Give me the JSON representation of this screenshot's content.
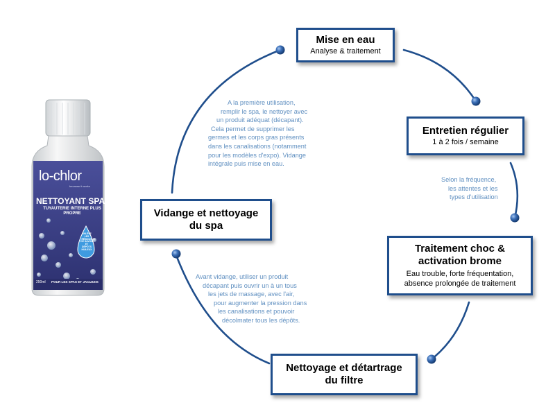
{
  "product": {
    "brand": "lo-chlor",
    "tagline": "because it works",
    "name": "NETTOYANT SPA",
    "subtitle_lines": [
      "TUYAUTERIE INTERNE PLUS",
      "PROPRE"
    ],
    "drop_text_lines": [
      "ENLÈVE",
      "LES RÉSIDUS",
      "DE SAVON ET",
      "DÉPÔTS",
      "HUILEUX"
    ],
    "volume": "250ml",
    "footer": "POUR LES SPAS ET JACUZZIS"
  },
  "steps": {
    "mise_en_eau": {
      "title": "Mise en eau",
      "detail": "Analyse & traitement"
    },
    "entretien": {
      "title": "Entretien régulier",
      "detail": "1 à 2 fois / semaine"
    },
    "traitement": {
      "title_lines": [
        "Traitement choc &",
        "activation brome"
      ],
      "detail_lines": [
        "Eau trouble, forte fréquentation,",
        "absence prolongée de traitement"
      ]
    },
    "nettoyage": {
      "title_lines": [
        "Nettoyage et détartrage",
        "du filtre"
      ]
    },
    "vidange": {
      "title_lines": [
        "Vidange et nettoyage",
        "du spa"
      ]
    }
  },
  "notes": {
    "premiere_utilisation": [
      "A la première utilisation,",
      "remplir le spa, le nettoyer avec",
      "un produit adéquat (décapant).",
      "Cela permet de supprimer les",
      "germes et les corps gras présents",
      "dans les canalisations (notamment",
      "pour les modèles d'expo). Vidange",
      "intégrale puis mise en eau."
    ],
    "frequence": [
      "Selon la fréquence,",
      "les attentes et les",
      "types d'utilisation"
    ],
    "avant_vidange": [
      "Avant vidange, utiliser un produit",
      "décapant puis ouvrir un à un tous",
      "les jets de massage, avec l'air,",
      "pour augmenter la pression dans",
      "les canalisations et pouvoir",
      "décolmater tous les dépôts."
    ]
  },
  "colors": {
    "arc": "#1f4e8c",
    "note_text": "#5f8fc0",
    "label_bg": "#3a3f8f"
  }
}
